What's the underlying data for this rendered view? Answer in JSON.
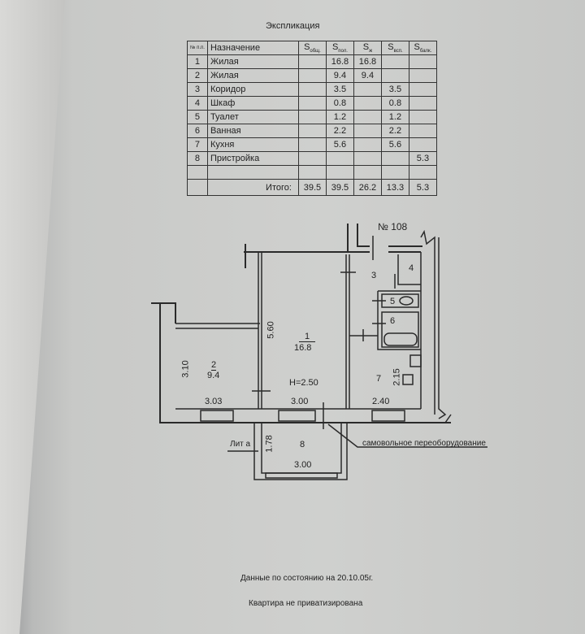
{
  "title": "Экспликация",
  "table": {
    "headers": {
      "num": "№ п.п.",
      "name": "Назначение",
      "s_total": "S",
      "s_total_sub": "общ.",
      "s_useful": "S",
      "s_useful_sub": "пол.",
      "s_living": "S",
      "s_living_sub": "ж",
      "s_aux": "S",
      "s_aux_sub": "всп.",
      "s_balcony": "S",
      "s_balcony_sub": "балк."
    },
    "rows": [
      {
        "num": "1",
        "name": "Жилая",
        "s_total": "",
        "s_useful": "16.8",
        "s_living": "16.8",
        "s_aux": "",
        "s_balcony": ""
      },
      {
        "num": "2",
        "name": "Жилая",
        "s_total": "",
        "s_useful": "9.4",
        "s_living": "9.4",
        "s_aux": "",
        "s_balcony": ""
      },
      {
        "num": "3",
        "name": "Коридор",
        "s_total": "",
        "s_useful": "3.5",
        "s_living": "",
        "s_aux": "3.5",
        "s_balcony": ""
      },
      {
        "num": "4",
        "name": "Шкаф",
        "s_total": "",
        "s_useful": "0.8",
        "s_living": "",
        "s_aux": "0.8",
        "s_balcony": ""
      },
      {
        "num": "5",
        "name": "Туалет",
        "s_total": "",
        "s_useful": "1.2",
        "s_living": "",
        "s_aux": "1.2",
        "s_balcony": ""
      },
      {
        "num": "6",
        "name": "Ванная",
        "s_total": "",
        "s_useful": "2.2",
        "s_living": "",
        "s_aux": "2.2",
        "s_balcony": ""
      },
      {
        "num": "7",
        "name": "Кухня",
        "s_total": "",
        "s_useful": "5.6",
        "s_living": "",
        "s_aux": "5.6",
        "s_balcony": ""
      },
      {
        "num": "8",
        "name": "Пристройка",
        "s_total": "",
        "s_useful": "",
        "s_living": "",
        "s_aux": "",
        "s_balcony": "5.3"
      }
    ],
    "total": {
      "label": "Итого:",
      "s_total": "39.5",
      "s_useful": "39.5",
      "s_living": "26.2",
      "s_aux": "13.3",
      "s_balcony": "5.3"
    }
  },
  "plan": {
    "apartment_no": "№ 108",
    "room1": {
      "num": "1",
      "area": "16.8",
      "height": "H=2.50",
      "dim_v": "5.60",
      "dim_h": "3.00"
    },
    "room2": {
      "num": "2",
      "area": "9.4",
      "dim_v": "3.10",
      "dim_h": "3.03"
    },
    "room3": {
      "num": "3"
    },
    "room4": {
      "num": "4"
    },
    "room5": {
      "num": "5"
    },
    "room6": {
      "num": "6"
    },
    "room7": {
      "num": "7",
      "dim_v": "2.15",
      "dim_h": "2.40"
    },
    "room8": {
      "num": "8",
      "dim_v": "1.78",
      "dim_h": "3.00",
      "lit": "Лит а"
    },
    "note": "самовольное переоборудование"
  },
  "footer": {
    "date_line": "Данные по состоянию на 20.10.05г.",
    "status": "Квартира не приватизирована"
  }
}
